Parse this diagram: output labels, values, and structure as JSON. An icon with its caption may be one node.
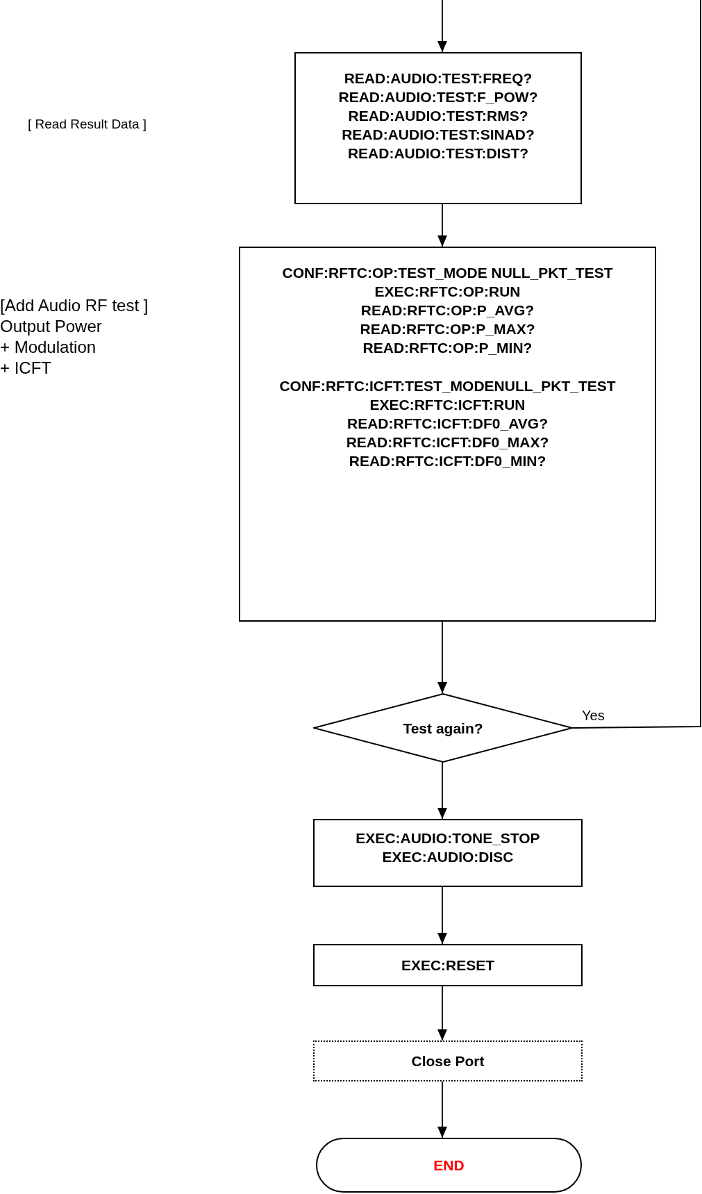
{
  "diagram": {
    "nodes": [
      {
        "text": [
          "READ:AUDIO:TEST:FREQ?",
          "READ:AUDIO:TEST:F_POW?",
          "READ:AUDIO:TEST:RMS?",
          "READ:AUDIO:TEST:SINAD?",
          "READ:AUDIO:TEST:DIST?"
        ]
      },
      {
        "text": [
          "CONF:RFTC:OP:TEST_MODE NULL_PKT_TEST",
          "EXEC:RFTC:OP:RUN",
          "READ:RFTC:OP:P_AVG?",
          "READ:RFTC:OP:P_MAX?",
          "READ:RFTC:OP:P_MIN?",
          "CONF:RFTC:ICFT:TEST_MODENULL_PKT_TEST",
          "EXEC:RFTC:ICFT:RUN",
          "READ:RFTC:ICFT:DF0_AVG?",
          "READ:RFTC:ICFT:DF0_MAX?",
          "READ:RFTC:ICFT:DF0_MIN?"
        ]
      },
      {
        "text": [
          "Test again?"
        ]
      },
      {
        "text": [
          "EXEC:AUDIO:TONE_STOP",
          "EXEC:AUDIO:DISC"
        ]
      },
      {
        "text": [
          "EXEC:RESET"
        ]
      },
      {
        "text": [
          "Close Port"
        ]
      },
      {
        "text": [
          "END"
        ]
      }
    ],
    "edges": [
      {
        "from": null,
        "to": 0,
        "arrow": "to"
      },
      {
        "from": 0,
        "to": 1,
        "arrow": "to"
      },
      {
        "from": 1,
        "to": 2,
        "arrow": "to"
      },
      {
        "from": 2,
        "to": 3,
        "arrow": "to"
      },
      {
        "from": 3,
        "to": 4,
        "arrow": "to"
      },
      {
        "from": 4,
        "to": 5,
        "arrow": "to"
      },
      {
        "from": 5,
        "to": 6,
        "arrow": "to"
      },
      {
        "from": 2,
        "to": null,
        "arrow": "none",
        "label": "Yes"
      }
    ],
    "labels": [
      "[ Read Result Data ]",
      "[Add Audio RF test ]",
      "Output Power",
      "+ Modulation",
      "+ ICFT"
    ]
  }
}
